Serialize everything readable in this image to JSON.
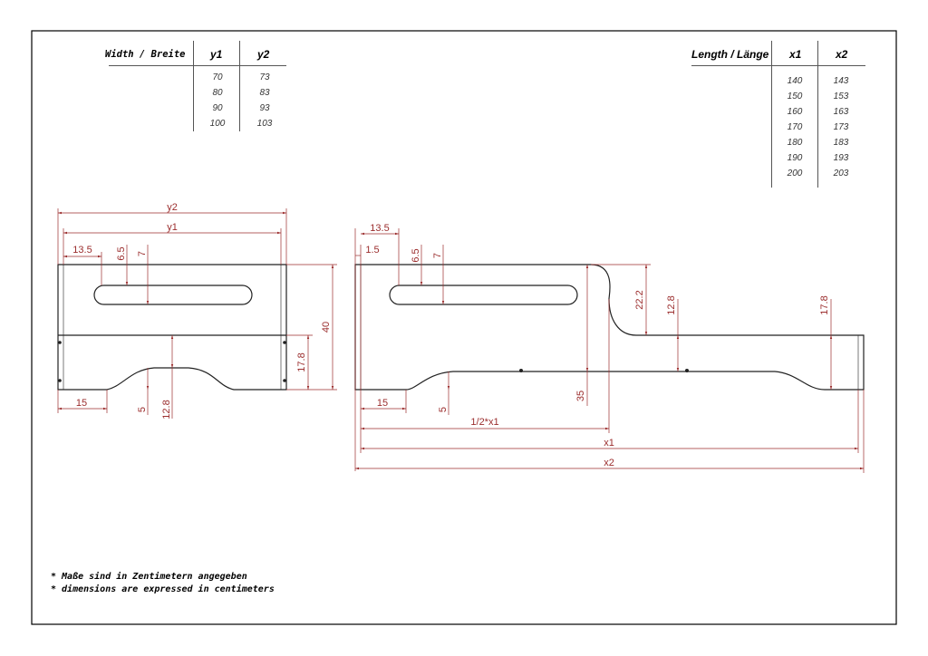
{
  "width_table": {
    "header": "Width / Breite",
    "col_y1": "y1",
    "col_y2": "y2",
    "rows": [
      {
        "y1": "70",
        "y2": "73"
      },
      {
        "y1": "80",
        "y2": "83"
      },
      {
        "y1": "90",
        "y2": "93"
      },
      {
        "y1": "100",
        "y2": "103"
      }
    ]
  },
  "length_table": {
    "header": "Length / Länge",
    "col_x1": "x1",
    "col_x2": "x2",
    "rows": [
      {
        "x1": "140",
        "x2": "143"
      },
      {
        "x1": "150",
        "x2": "153"
      },
      {
        "x1": "160",
        "x2": "163"
      },
      {
        "x1": "170",
        "x2": "173"
      },
      {
        "x1": "180",
        "x2": "183"
      },
      {
        "x1": "190",
        "x2": "193"
      },
      {
        "x1": "200",
        "x2": "203"
      }
    ]
  },
  "left_view": {
    "dim_y2": "y2",
    "dim_y1": "y1",
    "dim_slot_offset": "13.5",
    "dim_slot_top": "6.5",
    "dim_slot_bottom": "7",
    "dim_height": "40",
    "dim_lower": "17.8",
    "dim_cutout_offset": "15",
    "dim_cutout_depth": "5",
    "dim_cutout_height": "12.8"
  },
  "right_view": {
    "dim_slot_offset": "13.5",
    "dim_edge": "1.5",
    "dim_slot_top": "6.5",
    "dim_slot_bottom": "7",
    "dim_step": "22.2",
    "dim_mid": "12.8",
    "dim_end": "17.8",
    "dim_height": "35",
    "dim_cutout_offset": "15",
    "dim_cutout_depth": "5",
    "dim_half_length": "1/2*x1",
    "dim_x1": "x1",
    "dim_x2": "x2"
  },
  "notes": {
    "de": "* Maße sind in Zentimetern angegeben",
    "en": "* dimensions are expressed in centimeters"
  },
  "colors": {
    "outline": "#222222",
    "dimension": "#9b2d2d",
    "frame": "#000000"
  }
}
